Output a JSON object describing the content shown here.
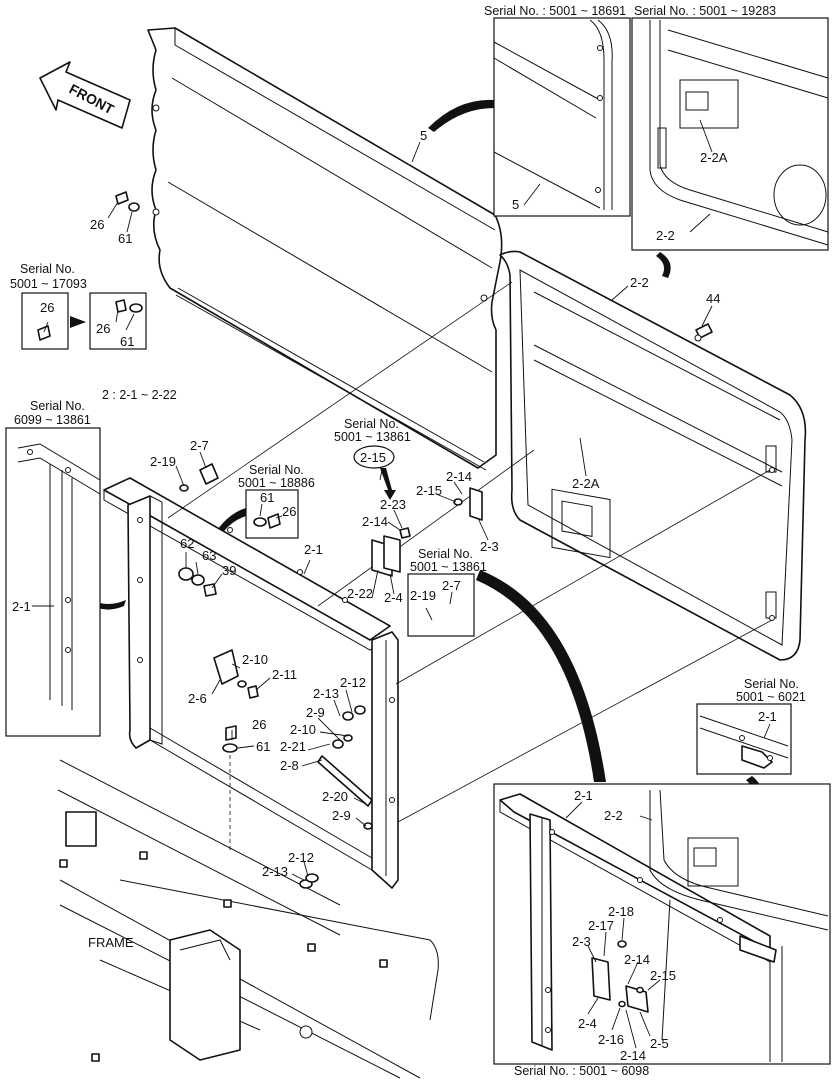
{
  "front_label": "FRONT",
  "frame_label": "FRAME",
  "group_note": "2 : 2-1 ~ 2-22",
  "serial_notes": {
    "a": "Serial No. : 5001 ~ 18691",
    "b": "Serial No. : 5001 ~ 19283",
    "c": [
      "Serial No.",
      "5001 ~ 17093"
    ],
    "d": [
      "Serial No.",
      "6099 ~ 13861"
    ],
    "e": [
      "Serial No.",
      "5001 ~ 18886"
    ],
    "f": [
      "Serial No.",
      "5001 ~ 13861"
    ],
    "g": [
      "Serial No.",
      "5001 ~ 13861"
    ],
    "h": [
      "Serial No.",
      "5001 ~ 6021"
    ],
    "i": "Serial No. : 5001 ~ 6098"
  },
  "callouts": {
    "p5_main": "5",
    "p5_inset": "5",
    "p2_2": "2-2",
    "p2_2A_inset": "2-2A",
    "p2_2_inset": "2-2",
    "p2_2A_main": "2-2A",
    "p44": "44",
    "p26a": "26",
    "p61a": "61",
    "p26_old": "26",
    "p26_new": "26",
    "p61_new": "61",
    "p2_1_left": "2-1",
    "p2_7": "2-7",
    "p2_19": "2-19",
    "p62": "62",
    "p63": "63",
    "p39": "39",
    "p61_e": "61",
    "p26_e": "26",
    "p2_1_main": "2-1",
    "p2_15_circ": "2-15",
    "p2_23": "2-23",
    "p2_14a": "2-14",
    "p2_14b": "2-14",
    "p2_15": "2-15",
    "p2_3": "2-3",
    "p2_22": "2-22",
    "p2_4": "2-4",
    "p2_19b": "2-19",
    "p2_7b": "2-7",
    "p2_10a": "2-10",
    "p2_11": "2-11",
    "p2_6": "2-6",
    "p2_12a": "2-12",
    "p2_13a": "2-13",
    "p2_9a": "2-9",
    "p2_10b": "2-10",
    "p2_21": "2-21",
    "p2_8": "2-8",
    "p26b": "26",
    "p61b": "61",
    "p2_20": "2-20",
    "p2_9b": "2-9",
    "p2_12b": "2-12",
    "p2_13b": "2-13",
    "p2_1_h": "2-1",
    "p2_1_i": "2-1",
    "p2_2_i": "2-2",
    "p2_18": "2-18",
    "p2_17": "2-17",
    "p2_3_i": "2-3",
    "p2_14_i": "2-14",
    "p2_15_i": "2-15",
    "p2_4_i": "2-4",
    "p2_16": "2-16",
    "p2_14_i2": "2-14",
    "p2_5": "2-5"
  }
}
